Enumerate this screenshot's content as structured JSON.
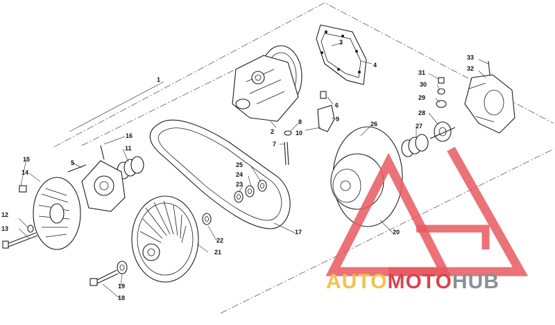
{
  "callouts": [
    "1",
    "2",
    "3",
    "4",
    "5",
    "6",
    "7",
    "8",
    "9",
    "10",
    "11",
    "12",
    "13",
    "14",
    "15",
    "16",
    "17",
    "18",
    "19",
    "20",
    "21",
    "22",
    "23",
    "24",
    "25",
    "26",
    "27",
    "28",
    "29",
    "30",
    "31",
    "32",
    "33"
  ],
  "watermark": {
    "part_a": "AUTO",
    "part_b": "MOTO",
    "part_c": "HUB",
    "colors": {
      "yellow": "#f2c14e",
      "red": "#d9444b",
      "gray": "#8a8f96",
      "triangle": "#e8595f"
    }
  }
}
